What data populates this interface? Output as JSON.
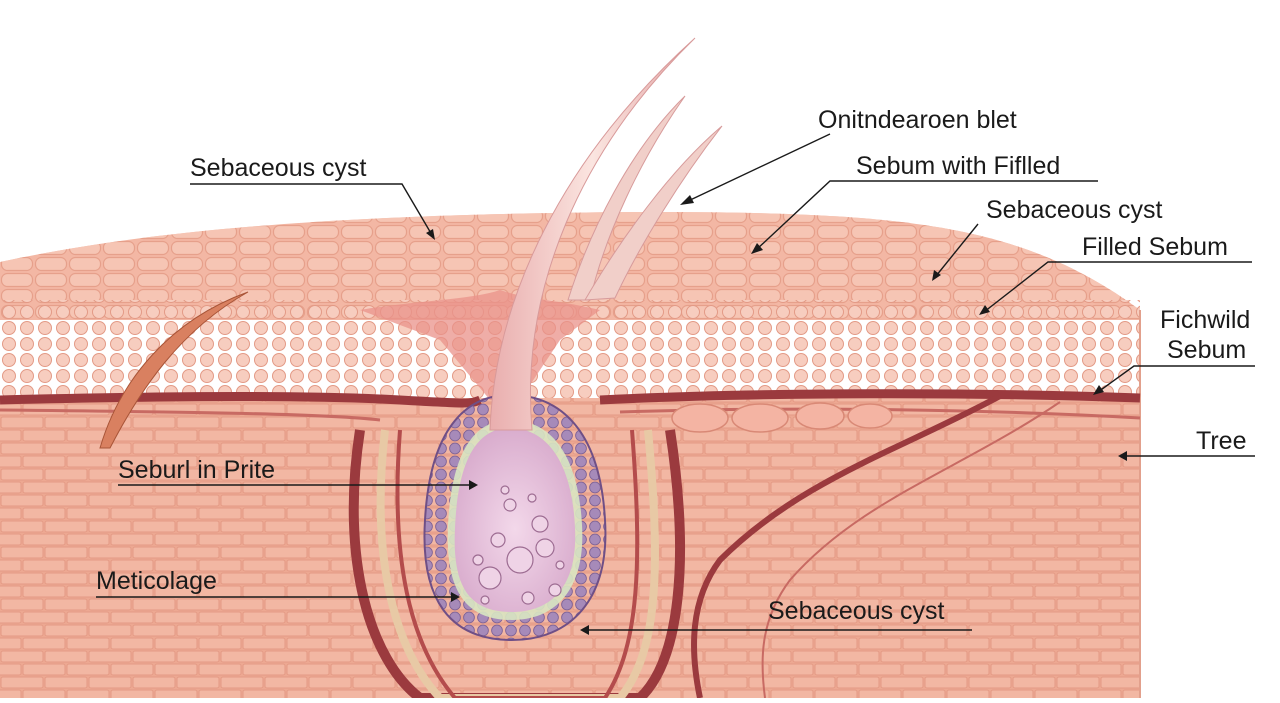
{
  "diagram": {
    "labels": [
      {
        "id": "top-right-1",
        "text": "Onitndearoen blet"
      },
      {
        "id": "top-right-2",
        "text": "Sebum with Fiflled"
      },
      {
        "id": "top-left",
        "text": "Sebaceous cyst"
      },
      {
        "id": "right-1",
        "text": "Sebaceous cyst"
      },
      {
        "id": "right-2",
        "text": "Filled Sebum"
      },
      {
        "id": "right-3a",
        "text": "Fichwild"
      },
      {
        "id": "right-3b",
        "text": "Sebum"
      },
      {
        "id": "right-4",
        "text": "Tree"
      },
      {
        "id": "left-1",
        "text": "Seburl in Prite"
      },
      {
        "id": "left-2",
        "text": "Meticolage"
      },
      {
        "id": "bottom",
        "text": "Sebaceous cyst"
      }
    ],
    "colors": {
      "skin_surface": "#f3b7a4",
      "epidermis": "#f1b3a0",
      "dermis": "#eda892",
      "vessel": "#9b3a3e",
      "cyst_wall": "#a98ab8",
      "cyst_core": "#e9c9e0",
      "hair": "#f2cfc8",
      "ink": "#1a1a1a"
    }
  }
}
